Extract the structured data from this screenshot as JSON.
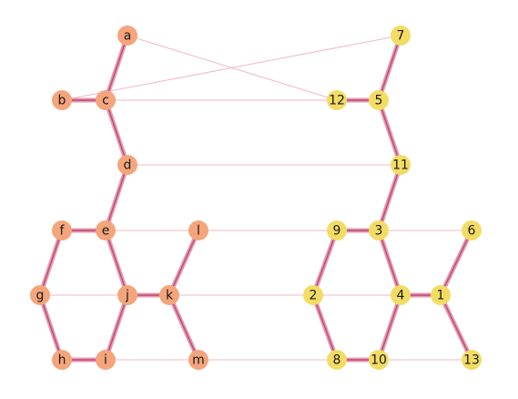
{
  "colors": {
    "left_node": "#f4a57c",
    "right_node": "#f2dc64",
    "edge_light": "#f2b7c6",
    "edge_thick_outer": "#e39ab2",
    "edge_thick_inner": "#c0496f",
    "label": "#1a1a1a"
  },
  "nodes": [
    {
      "id": "a",
      "group": "left"
    },
    {
      "id": "b",
      "group": "left"
    },
    {
      "id": "c",
      "group": "left"
    },
    {
      "id": "d",
      "group": "left"
    },
    {
      "id": "e",
      "group": "left"
    },
    {
      "id": "f",
      "group": "left"
    },
    {
      "id": "g",
      "group": "left"
    },
    {
      "id": "h",
      "group": "left"
    },
    {
      "id": "i",
      "group": "left"
    },
    {
      "id": "j",
      "group": "left"
    },
    {
      "id": "k",
      "group": "left"
    },
    {
      "id": "l",
      "group": "left"
    },
    {
      "id": "m",
      "group": "left"
    },
    {
      "id": "1",
      "group": "right"
    },
    {
      "id": "2",
      "group": "right"
    },
    {
      "id": "3",
      "group": "right"
    },
    {
      "id": "4",
      "group": "right"
    },
    {
      "id": "5",
      "group": "right"
    },
    {
      "id": "6",
      "group": "right"
    },
    {
      "id": "7",
      "group": "right"
    },
    {
      "id": "8",
      "group": "right"
    },
    {
      "id": "9",
      "group": "right"
    },
    {
      "id": "10",
      "group": "right"
    },
    {
      "id": "11",
      "group": "right"
    },
    {
      "id": "12",
      "group": "right"
    },
    {
      "id": "13",
      "group": "right"
    }
  ],
  "edges": [
    {
      "source": "a",
      "target": "c",
      "style": "thick"
    },
    {
      "source": "b",
      "target": "c",
      "style": "thick"
    },
    {
      "source": "c",
      "target": "d",
      "style": "thick"
    },
    {
      "source": "d",
      "target": "e",
      "style": "thick"
    },
    {
      "source": "e",
      "target": "f",
      "style": "thick"
    },
    {
      "source": "e",
      "target": "j",
      "style": "thick"
    },
    {
      "source": "f",
      "target": "g",
      "style": "thick"
    },
    {
      "source": "g",
      "target": "h",
      "style": "thick"
    },
    {
      "source": "h",
      "target": "i",
      "style": "thick"
    },
    {
      "source": "i",
      "target": "j",
      "style": "thick"
    },
    {
      "source": "j",
      "target": "k",
      "style": "thick"
    },
    {
      "source": "k",
      "target": "l",
      "style": "thick"
    },
    {
      "source": "k",
      "target": "m",
      "style": "thick"
    },
    {
      "source": "7",
      "target": "5",
      "style": "thick"
    },
    {
      "source": "12",
      "target": "5",
      "style": "thick"
    },
    {
      "source": "5",
      "target": "11",
      "style": "thick"
    },
    {
      "source": "11",
      "target": "3",
      "style": "thick"
    },
    {
      "source": "9",
      "target": "3",
      "style": "thick"
    },
    {
      "source": "9",
      "target": "2",
      "style": "thick"
    },
    {
      "source": "3",
      "target": "4",
      "style": "thick"
    },
    {
      "source": "4",
      "target": "1",
      "style": "thick"
    },
    {
      "source": "1",
      "target": "6",
      "style": "thick"
    },
    {
      "source": "1",
      "target": "13",
      "style": "thick"
    },
    {
      "source": "2",
      "target": "8",
      "style": "thick"
    },
    {
      "source": "8",
      "target": "10",
      "style": "thick"
    },
    {
      "source": "10",
      "target": "4",
      "style": "thick"
    },
    {
      "source": "a",
      "target": "12",
      "style": "light"
    },
    {
      "source": "b",
      "target": "7",
      "style": "light"
    },
    {
      "source": "c",
      "target": "12",
      "style": "light"
    },
    {
      "source": "d",
      "target": "11",
      "style": "light"
    },
    {
      "source": "e",
      "target": "9",
      "style": "light"
    },
    {
      "source": "l",
      "target": "9",
      "style": "light"
    },
    {
      "source": "3",
      "target": "6",
      "style": "light"
    },
    {
      "source": "g",
      "target": "2",
      "style": "light"
    },
    {
      "source": "2",
      "target": "4",
      "style": "light"
    },
    {
      "source": "i",
      "target": "8",
      "style": "light"
    },
    {
      "source": "10",
      "target": "13",
      "style": "light"
    }
  ]
}
